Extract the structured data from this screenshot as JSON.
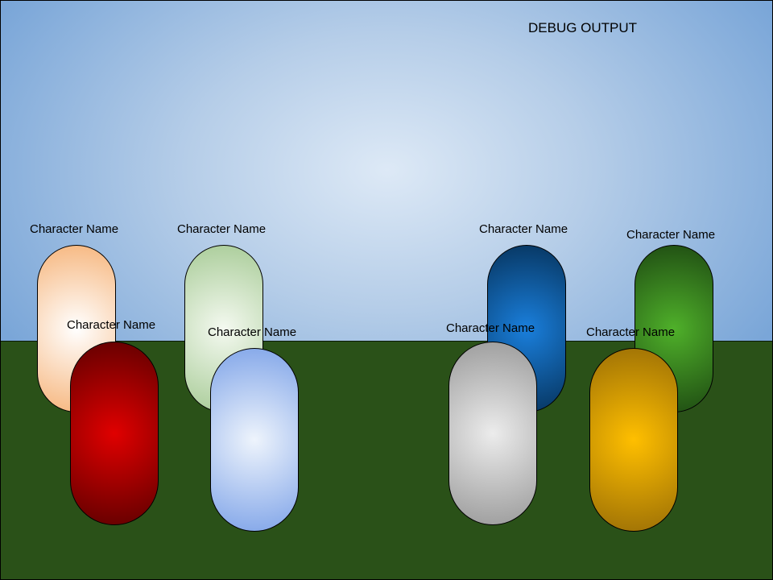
{
  "hud": {
    "debug_label": "DEBUG OUTPUT"
  },
  "colors": {
    "sky_center": "#dde9f6",
    "sky_edge": "#7aa6d8",
    "ground": "#2a5118"
  },
  "characters": [
    {
      "name": "Character Name",
      "row": "back",
      "color_center": "#ffffff",
      "color_edge": "#f6b47a"
    },
    {
      "name": "Character Name",
      "row": "back",
      "color_center": "#f4f9f0",
      "color_edge": "#a7cb96"
    },
    {
      "name": "Character Name",
      "row": "back",
      "color_center": "#1a7fdc",
      "color_edge": "#06335c"
    },
    {
      "name": "Character Name",
      "row": "back",
      "color_center": "#4fb02a",
      "color_edge": "#1e4a12"
    },
    {
      "name": "Character Name",
      "row": "front",
      "color_center": "#e00000",
      "color_edge": "#5e0000"
    },
    {
      "name": "Character Name",
      "row": "front",
      "color_center": "#eef4fc",
      "color_edge": "#7ea3e8"
    },
    {
      "name": "Character Name",
      "row": "front",
      "color_center": "#ececec",
      "color_edge": "#999999"
    },
    {
      "name": "Character Name",
      "row": "front",
      "color_center": "#ffbf00",
      "color_edge": "#9a6e06"
    }
  ]
}
